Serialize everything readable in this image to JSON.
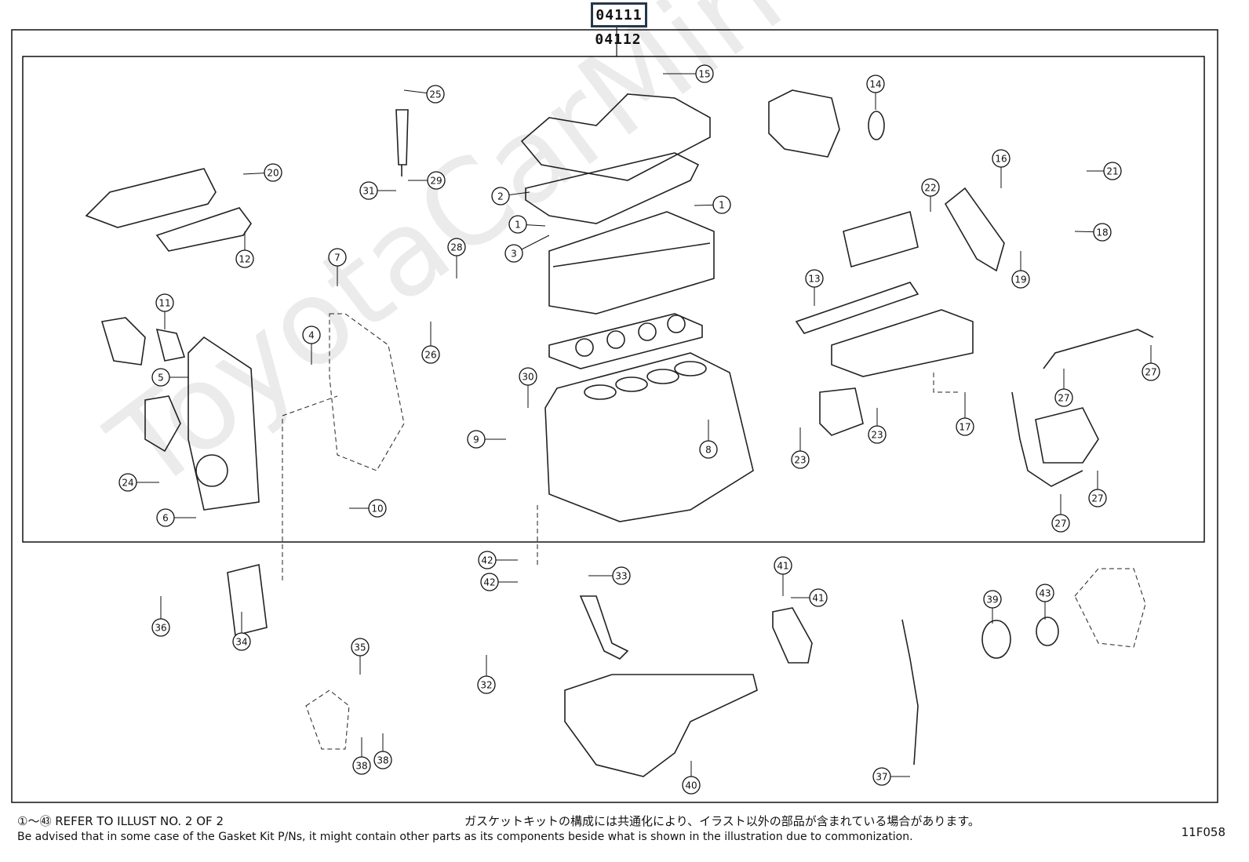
{
  "header": {
    "assembly_code": "04111",
    "sub_assembly_code": "04112"
  },
  "watermark": "ToyotaCarMirror.ru",
  "callouts": [
    {
      "id": "callout-1a",
      "number": "1"
    },
    {
      "id": "callout-1b",
      "number": "1"
    },
    {
      "id": "callout-2",
      "number": "2"
    },
    {
      "id": "callout-3",
      "number": "3"
    },
    {
      "id": "callout-4",
      "number": "4"
    },
    {
      "id": "callout-5",
      "number": "5"
    },
    {
      "id": "callout-6",
      "number": "6"
    },
    {
      "id": "callout-7",
      "number": "7"
    },
    {
      "id": "callout-8",
      "number": "8"
    },
    {
      "id": "callout-9",
      "number": "9"
    },
    {
      "id": "callout-10",
      "number": "10"
    },
    {
      "id": "callout-11",
      "number": "11"
    },
    {
      "id": "callout-12",
      "number": "12"
    },
    {
      "id": "callout-13",
      "number": "13"
    },
    {
      "id": "callout-14",
      "number": "14"
    },
    {
      "id": "callout-15",
      "number": "15"
    },
    {
      "id": "callout-16",
      "number": "16"
    },
    {
      "id": "callout-17",
      "number": "17"
    },
    {
      "id": "callout-18",
      "number": "18"
    },
    {
      "id": "callout-19",
      "number": "19"
    },
    {
      "id": "callout-20",
      "number": "20"
    },
    {
      "id": "callout-21",
      "number": "21"
    },
    {
      "id": "callout-22",
      "number": "22"
    },
    {
      "id": "callout-23a",
      "number": "23"
    },
    {
      "id": "callout-23b",
      "number": "23"
    },
    {
      "id": "callout-24",
      "number": "24"
    },
    {
      "id": "callout-25",
      "number": "25"
    },
    {
      "id": "callout-26",
      "number": "26"
    },
    {
      "id": "callout-27a",
      "number": "27"
    },
    {
      "id": "callout-27b",
      "number": "27"
    },
    {
      "id": "callout-27c",
      "number": "27"
    },
    {
      "id": "callout-27d",
      "number": "27"
    },
    {
      "id": "callout-28",
      "number": "28"
    },
    {
      "id": "callout-29",
      "number": "29"
    },
    {
      "id": "callout-30",
      "number": "30"
    },
    {
      "id": "callout-31",
      "number": "31"
    },
    {
      "id": "callout-32",
      "number": "32"
    },
    {
      "id": "callout-33",
      "number": "33"
    },
    {
      "id": "callout-34",
      "number": "34"
    },
    {
      "id": "callout-35",
      "number": "35"
    },
    {
      "id": "callout-36",
      "number": "36"
    },
    {
      "id": "callout-37",
      "number": "37"
    },
    {
      "id": "callout-38a",
      "number": "38"
    },
    {
      "id": "callout-38b",
      "number": "38"
    },
    {
      "id": "callout-39",
      "number": "39"
    },
    {
      "id": "callout-40",
      "number": "40"
    },
    {
      "id": "callout-41a",
      "number": "41"
    },
    {
      "id": "callout-41b",
      "number": "41"
    },
    {
      "id": "callout-42a",
      "number": "42"
    },
    {
      "id": "callout-42b",
      "number": "42"
    },
    {
      "id": "callout-43",
      "number": "43"
    }
  ],
  "footer": {
    "refer_note": "①～㊸ REFER TO ILLUST NO. 2 OF 2",
    "japanese_note": "ガスケットキットの構成には共通化により、イラスト以外の部品が含まれている場合があります。",
    "english_note": "Be advised that in some case of the Gasket Kit P/Ns,  it might contain other parts as its components beside what is shown in the illustration due to commonization.",
    "figure_code": "11F058"
  }
}
